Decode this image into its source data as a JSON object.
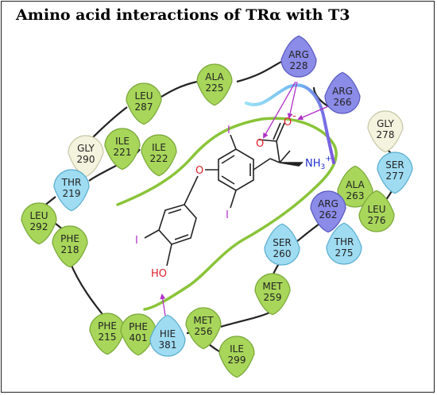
{
  "title": "Amino acid interactions of TRα  with  T3",
  "colors": {
    "hydrophobic": "#a8d65a",
    "hydrophobic_stroke": "#7aa83a",
    "polar": "#9fdcf2",
    "polar_stroke": "#5aaed0",
    "positive": "#8b8be8",
    "positive_stroke": "#5a5ac0",
    "glycine": "#f3f3de",
    "glycine_stroke": "#c8c8a8",
    "pocket": "#8ac43a",
    "hbond": "#b030c8",
    "halogen": "#b030c8",
    "oxygen": "#e0202a",
    "nitrogen": "#2030d0",
    "bond": "#222222"
  },
  "residues": [
    {
      "name": "ARG",
      "num": "228",
      "type": "positive"
    },
    {
      "name": "ARG",
      "num": "266",
      "type": "positive"
    },
    {
      "name": "ALA",
      "num": "225",
      "type": "hydrophobic"
    },
    {
      "name": "LEU",
      "num": "287",
      "type": "hydrophobic"
    },
    {
      "name": "GLY",
      "num": "290",
      "type": "glycine"
    },
    {
      "name": "ILE",
      "num": "221",
      "type": "hydrophobic"
    },
    {
      "name": "ILE",
      "num": "222",
      "type": "hydrophobic"
    },
    {
      "name": "THR",
      "num": "219",
      "type": "polar"
    },
    {
      "name": "LEU",
      "num": "292",
      "type": "hydrophobic"
    },
    {
      "name": "PHE",
      "num": "218",
      "type": "hydrophobic"
    },
    {
      "name": "GLY",
      "num": "278",
      "type": "glycine"
    },
    {
      "name": "SER",
      "num": "277",
      "type": "polar"
    },
    {
      "name": "ALA",
      "num": "263",
      "type": "hydrophobic"
    },
    {
      "name": "LEU",
      "num": "276",
      "type": "hydrophobic"
    },
    {
      "name": "ARG",
      "num": "262",
      "type": "positive"
    },
    {
      "name": "THR",
      "num": "275",
      "type": "polar"
    },
    {
      "name": "SER",
      "num": "260",
      "type": "polar"
    },
    {
      "name": "MET",
      "num": "259",
      "type": "hydrophobic"
    },
    {
      "name": "PHE",
      "num": "215",
      "type": "hydrophobic"
    },
    {
      "name": "PHE",
      "num": "401",
      "type": "hydrophobic"
    },
    {
      "name": "HIE",
      "num": "381",
      "type": "polar"
    },
    {
      "name": "MET",
      "num": "256",
      "type": "hydrophobic"
    },
    {
      "name": "ILE",
      "num": "299",
      "type": "hydrophobic"
    }
  ],
  "ligand": {
    "iodine": "I",
    "oxygen": "O",
    "hydroxyl": "HO",
    "carboxylate_o": "O",
    "carboxylate_minus": "-",
    "amine": "NH",
    "amine_sub": "3",
    "amine_plus": "+"
  }
}
